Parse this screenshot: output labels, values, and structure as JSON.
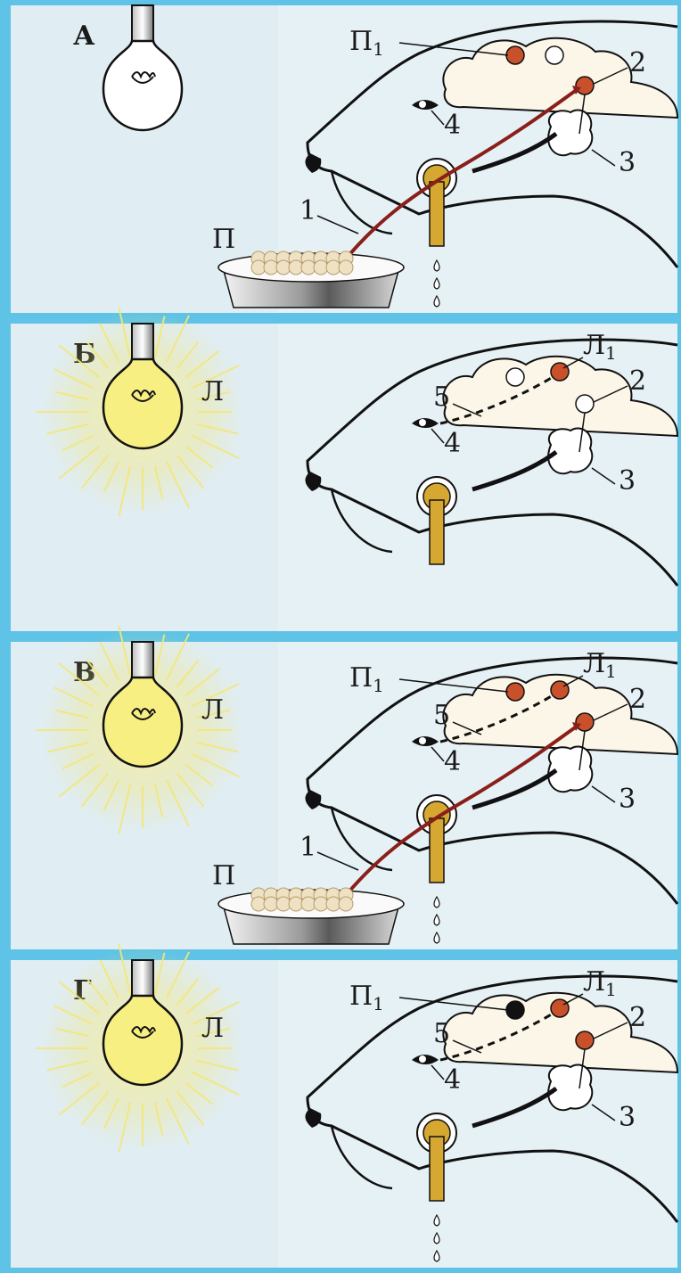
{
  "panels": [
    {
      "letter": "А",
      "bulb_on": false,
      "has_food": true,
      "drops": true,
      "labels": {
        "food": "П",
        "p1": "П",
        "p1_sub": "1",
        "nerve": "1",
        "center": "2",
        "gland": "3",
        "eye": "4"
      },
      "active_nodes": [
        "p1",
        "center"
      ],
      "white_nodes": [
        "mid"
      ]
    },
    {
      "letter": "Б",
      "bulb_on": true,
      "has_food": false,
      "drops": false,
      "labels": {
        "light": "Л",
        "l1": "Л",
        "l1_sub": "1",
        "path": "5",
        "center": "2",
        "eye": "4",
        "gland": "3"
      },
      "active_nodes": [
        "l1"
      ],
      "white_nodes": [
        "left",
        "center"
      ]
    },
    {
      "letter": "В",
      "bulb_on": true,
      "has_food": true,
      "drops": true,
      "labels": {
        "light": "Л",
        "l1": "Л",
        "l1_sub": "1",
        "p1": "П",
        "p1_sub": "1",
        "path": "5",
        "center": "2",
        "eye": "4",
        "nerve": "1",
        "gland": "3",
        "food": "П"
      },
      "active_nodes": [
        "p1",
        "l1",
        "center"
      ],
      "white_nodes": []
    },
    {
      "letter": "Г",
      "bulb_on": true,
      "has_food": false,
      "drops": true,
      "labels": {
        "light": "Л",
        "l1": "Л",
        "l1_sub": "1",
        "p1": "П",
        "p1_sub": "1",
        "path": "5",
        "center": "2",
        "eye": "4",
        "gland": "3"
      },
      "active_nodes": [
        "l1",
        "center"
      ],
      "black_nodes": [
        "p1"
      ],
      "white_nodes": []
    }
  ],
  "colors": {
    "background": "#5ec3e6",
    "panel_bg": "#e6f1f6",
    "outline": "#111111",
    "brain_fill": "#fbf6e8",
    "node_active": "#c8502a",
    "nerve_red": "#8a1f1a",
    "tube_gold": "#d6a731",
    "bulb_on": "#f8ef82",
    "bulb_off": "#ffffff",
    "glow": "#f3e77a",
    "food": "#efe2c4"
  }
}
